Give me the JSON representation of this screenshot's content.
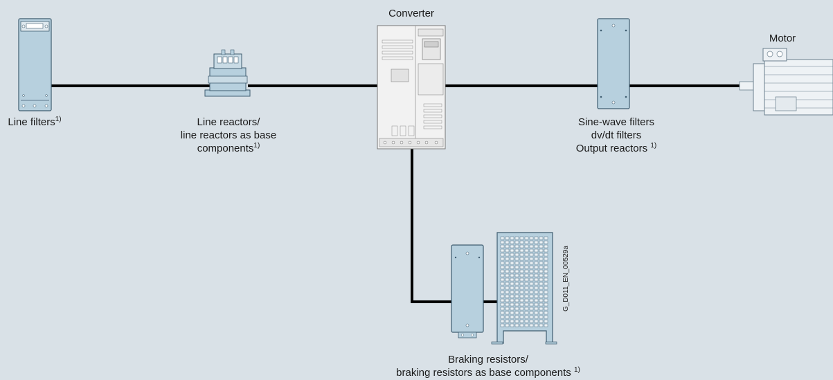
{
  "colors": {
    "background": "#d9e1e7",
    "component_fill": "#b7d0de",
    "component_stroke": "#3f5d70",
    "converter_fill": "#f2f2f2",
    "cable": "#000000"
  },
  "labels": {
    "converter": "Converter",
    "motor": "Motor",
    "line_filters": {
      "text": "Line filters",
      "sup": "1)"
    },
    "line_reactors": {
      "line1": "Line reactors/",
      "line2": "line reactors as base",
      "line3": "components",
      "sup": "1)"
    },
    "output": {
      "line1": "Sine-wave filters",
      "line2": "dv/dt filters",
      "line3": "Output reactors ",
      "sup": "1)"
    },
    "braking": {
      "line1": "Braking resistors/",
      "line2": "braking resistors as base components ",
      "sup": "1)"
    }
  },
  "document_id": "G_D011_EN_00529a",
  "icons": [
    "line-filter-icon",
    "line-reactor-icon",
    "converter-icon",
    "sine-wave-filter-icon",
    "motor-icon",
    "braking-resistor-icon",
    "braking-resistor-grid-icon"
  ]
}
